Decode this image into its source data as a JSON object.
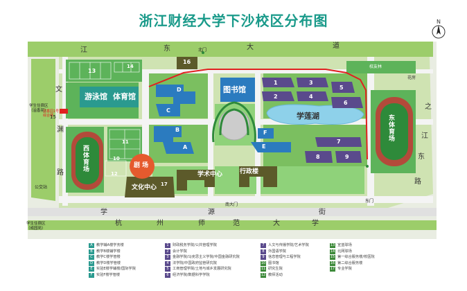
{
  "title": "浙江财经大学下沙校区分布图",
  "compass_label": "N",
  "roads": {
    "north_road": [
      "江",
      "东",
      "大",
      "道"
    ],
    "south_road_1": [
      "学",
      "源",
      "街"
    ],
    "south_road_2": [
      "杭",
      "州",
      "师",
      "范",
      "大",
      "学"
    ],
    "west_road": [
      "文",
      "渊",
      "路"
    ],
    "east_road": [
      "之",
      "江",
      "东",
      "路"
    ]
  },
  "gates": {
    "north": "北门",
    "south": "南大门",
    "east": "东门"
  },
  "places": {
    "swimming": "游泳馆",
    "gym": "体育馆",
    "library": "图书馆",
    "xuelian_lake": "学莲湖",
    "west_field": "西体育场",
    "east_field": "东体育场",
    "theatre": "剧 场",
    "culture_center": "文化中心",
    "academic_center": "学术中心",
    "admin": "行政楼",
    "friend_forest": "校友林",
    "flower_house": "花房",
    "bus_stop": "公交站",
    "student_apartment_top": "学生住宿区\n（溢香苑）",
    "student_apartment_bottom": "学生住宿区\n（成园苑）",
    "note_15": "溢香园1号\n综合楼"
  },
  "building_numbers": {
    "purple": [
      "1",
      "2",
      "3",
      "4",
      "5",
      "6",
      "7",
      "8",
      "9"
    ],
    "green": [
      "10",
      "11",
      "12",
      "13",
      "14",
      "15",
      "16",
      "17"
    ],
    "blue": [
      "A",
      "B",
      "C",
      "D",
      "E",
      "F"
    ]
  },
  "legend": {
    "col1": [
      {
        "key": "A",
        "text": "教学辅A楼学务楼"
      },
      {
        "key": "B",
        "text": "教学B楼辅学楼"
      },
      {
        "key": "C",
        "text": "教学C楼学管楼"
      },
      {
        "key": "D",
        "text": "教学D楼学管楼"
      },
      {
        "key": "E",
        "text": "实验E楼学辅楼/国际学院"
      },
      {
        "key": "F",
        "text": "实验F楼学管楼"
      }
    ],
    "col2": [
      {
        "key": "1",
        "text": "财政税务学院/公共管理学院"
      },
      {
        "key": "2",
        "text": "会计学院"
      },
      {
        "key": "3",
        "text": "金融学院/马克思主义学院/中国金融研究院"
      },
      {
        "key": "4",
        "text": "法学院/中国政府监管研究院"
      },
      {
        "key": "5",
        "text": "工商管理学院/土地与城乡发展研究院"
      },
      {
        "key": "6",
        "text": "经济学院/数据科学学院"
      }
    ],
    "col3": [
      {
        "key": "7",
        "text": "人文与传播学院/艺术学院"
      },
      {
        "key": "8",
        "text": "外国语学院"
      },
      {
        "key": "9",
        "text": "信息管理与工程学院"
      },
      {
        "key": "10",
        "text": "图书馆"
      },
      {
        "key": "11",
        "text": "研究生院"
      },
      {
        "key": "12",
        "text": "教师活动"
      }
    ],
    "col4": [
      {
        "key": "13",
        "text": "宣蓝球场"
      },
      {
        "key": "14",
        "text": "北网球场"
      },
      {
        "key": "15",
        "text": "第一综合服务楼/校医院"
      },
      {
        "key": "16",
        "text": "第二综合服务楼"
      },
      {
        "key": "17",
        "text": "专业学院"
      }
    ]
  },
  "colors": {
    "grass": "#5db35a",
    "grass_light": "#9ccd6a",
    "purple": "#5a4a8c",
    "blue": "#2b7bbf",
    "green_bldg": "#3d8a3a",
    "olive": "#5c5a2a",
    "road": "#e6e6e6",
    "route": "#e02020",
    "track": "#b34a3a",
    "title": "#1a9a8a"
  }
}
